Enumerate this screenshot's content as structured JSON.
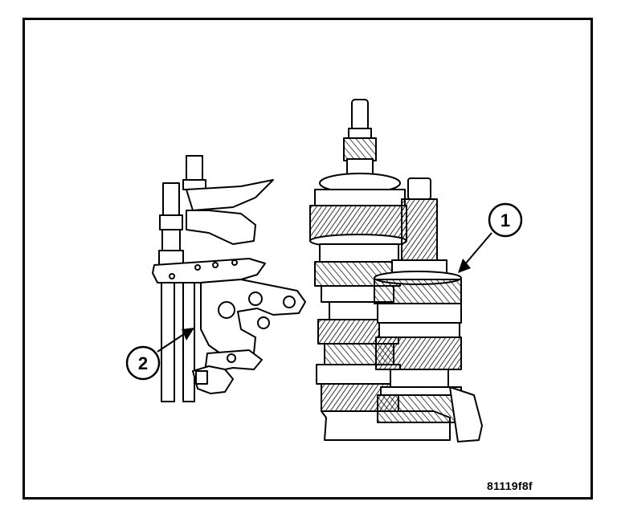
{
  "figure": {
    "id_label": "81119f8f"
  },
  "callouts": [
    {
      "number": "1"
    },
    {
      "number": "2"
    }
  ]
}
